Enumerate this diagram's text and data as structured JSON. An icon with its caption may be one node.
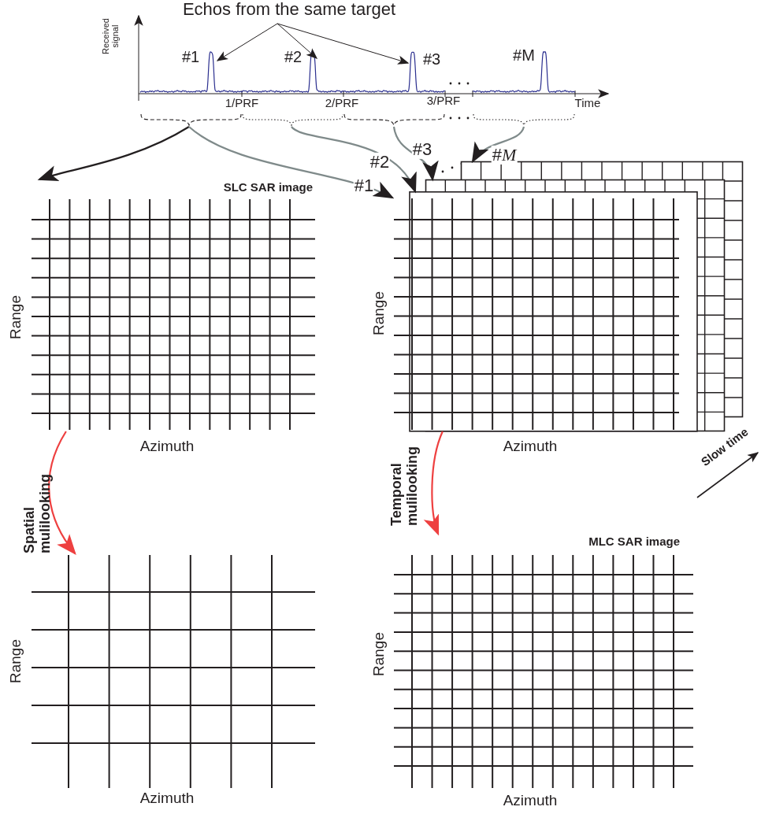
{
  "diagram": {
    "nodes": [
      {
        "text": [
          "Echos from the same target"
        ]
      },
      {
        "text": [],
        "shape": "brace"
      },
      {
        "text": [],
        "shape": "brace"
      },
      {
        "text": [],
        "shape": "brace"
      },
      {
        "text": [],
        "shape": "brace"
      },
      {
        "text": [
          "SLC SAR image"
        ],
        "beside": [
          "Range",
          "Azimuth"
        ]
      },
      {
        "text": [],
        "shape": "grid"
      },
      {
        "text": [],
        "shape": "grid"
      },
      {
        "text": [],
        "shape": "grid",
        "beside": [
          "Range",
          "Azimuth"
        ]
      },
      {
        "text": [],
        "shape": "grid",
        "beside": [
          "Range",
          "Azimuth"
        ]
      },
      {
        "text": [
          "MLC SAR image"
        ],
        "beside": [
          "Range",
          "Azimuth"
        ]
      }
    ],
    "edges": [
      {
        "from": 0,
        "to": null,
        "arrow": "to"
      },
      {
        "from": 0,
        "to": null,
        "arrow": "to"
      },
      {
        "from": 0,
        "to": null,
        "arrow": "to"
      },
      {
        "from": 1,
        "to": 5,
        "arrow": "to"
      },
      {
        "from": 1,
        "to": 8,
        "arrow": "to",
        "label": "#1",
        "color": "#7f8a8a"
      },
      {
        "from": 2,
        "to": 8,
        "arrow": "to",
        "label": "#2",
        "color": "#7f8a8a"
      },
      {
        "from": 3,
        "to": 7,
        "arrow": "to",
        "label": "#3",
        "color": "#7f8a8a"
      },
      {
        "from": 4,
        "to": 6,
        "arrow": "to",
        "label": "#*M*",
        "color": "#7f8a8a"
      },
      {
        "from": 5,
        "to": 9,
        "arrow": "to",
        "label": "Spatial mulilooking",
        "color": "#ee4040"
      },
      {
        "from": 8,
        "to": 10,
        "arrow": "to",
        "label": "Temporal mulilooking",
        "color": "#ee4040"
      }
    ],
    "labels": [
      "Received signal",
      "#1",
      "#2",
      "#3",
      "#M",
      "1/PRF",
      "2/PRF",
      "3/PRF",
      "Time",
      "Slow time"
    ]
  }
}
